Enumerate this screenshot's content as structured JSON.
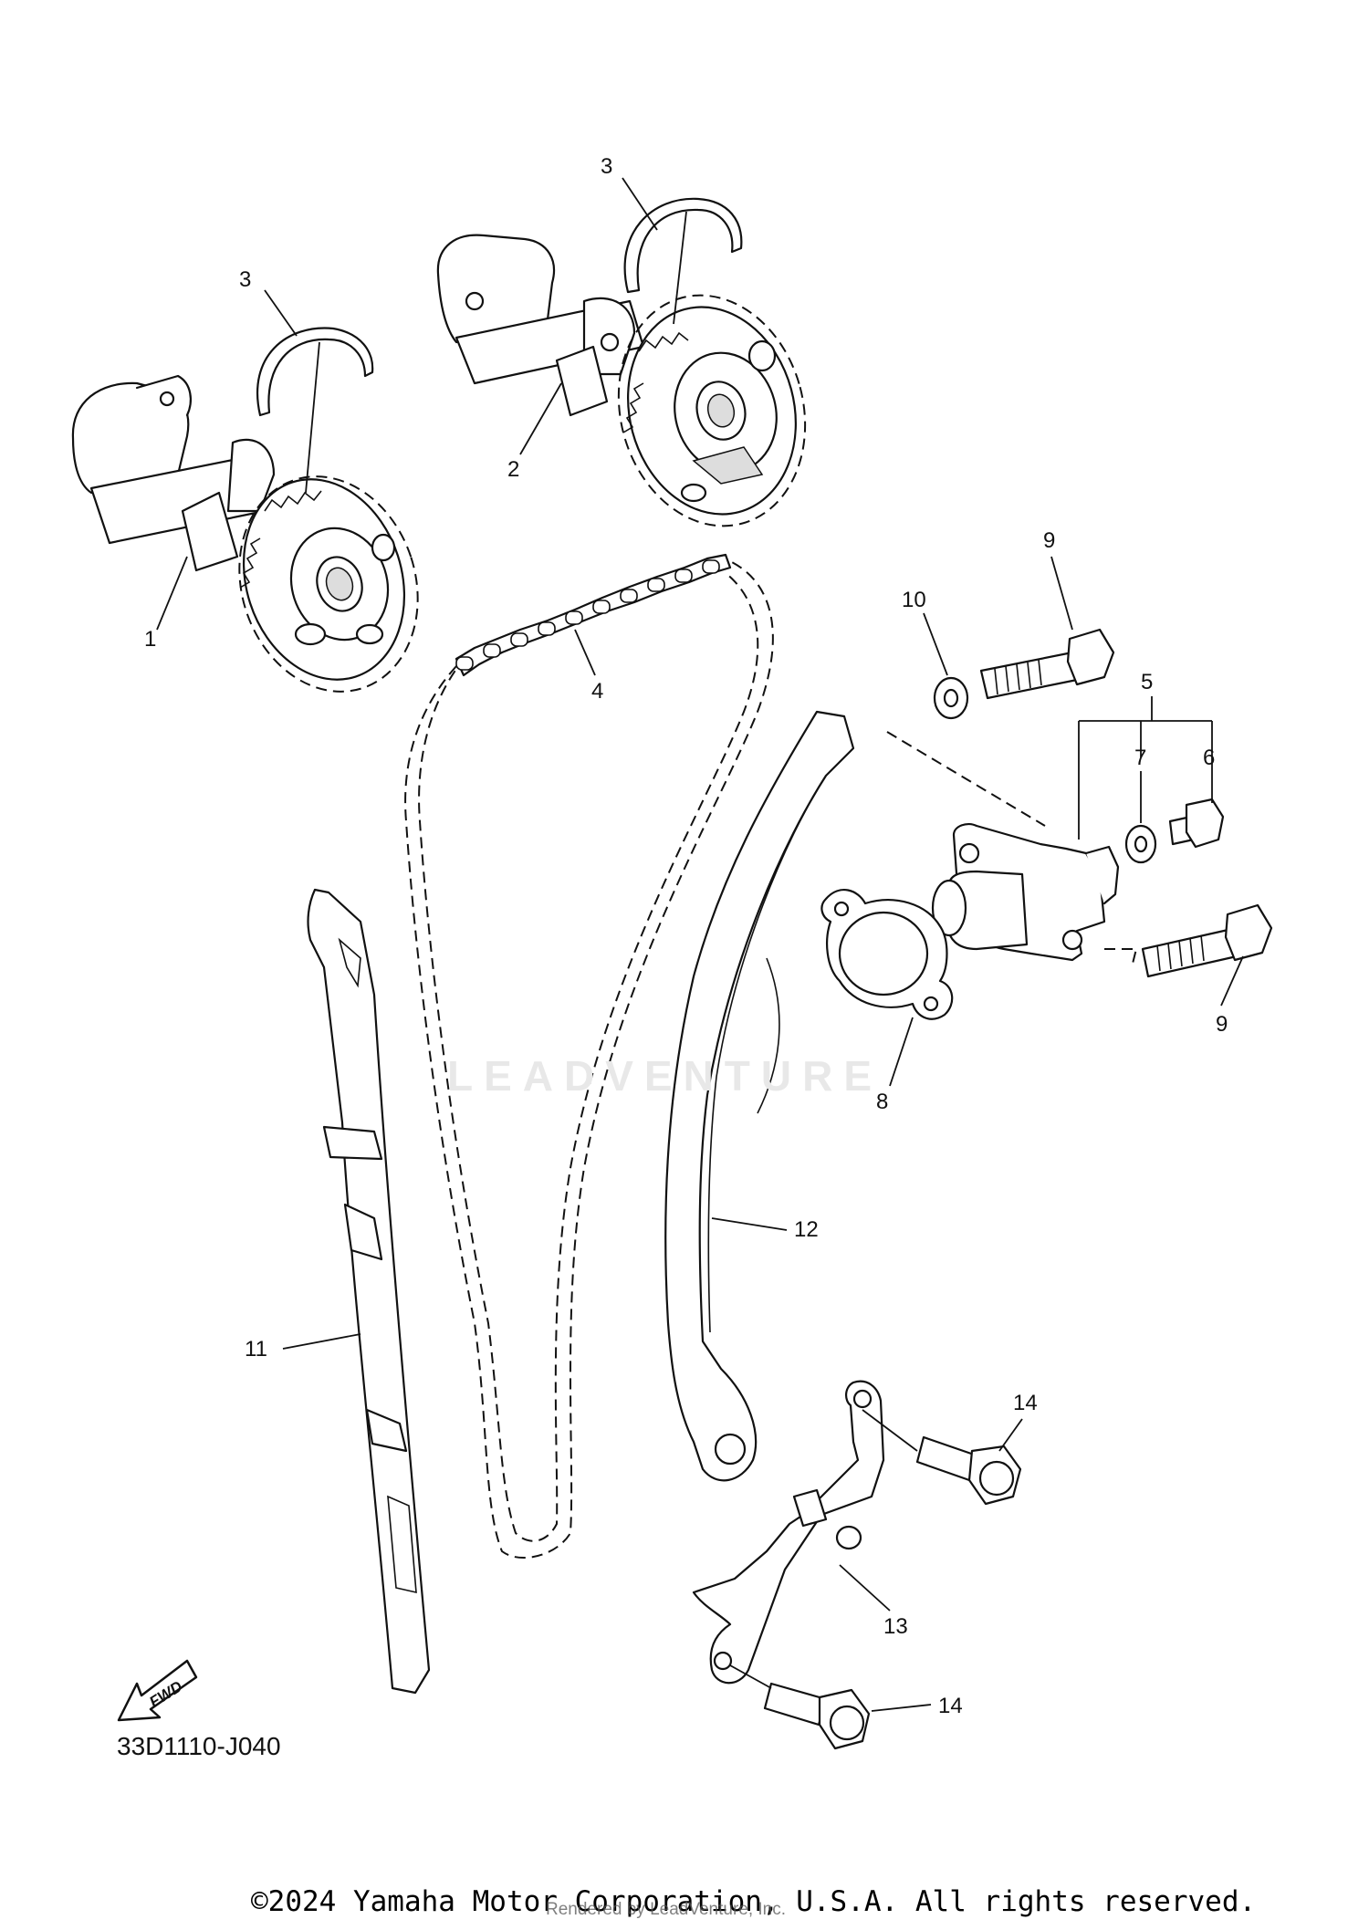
{
  "diagram": {
    "callouts": {
      "c1": "1",
      "c2": "2",
      "c3a": "3",
      "c3b": "3",
      "c4": "4",
      "c5": "5",
      "c6": "6",
      "c7": "7",
      "c8": "8",
      "c9a": "9",
      "c9b": "9",
      "c10": "10",
      "c11": "11",
      "c12": "12",
      "c13": "13",
      "c14a": "14",
      "c14b": "14"
    },
    "fwd_label": "FWD",
    "reference_code": "33D1110-J040",
    "watermark_text": "LEADVENTURE"
  },
  "footer": {
    "copyright": "©2024 Yamaha Motor Corporation, U.S.A. All rights reserved.",
    "rendered_by": "Rendered by LeadVenture, Inc."
  }
}
